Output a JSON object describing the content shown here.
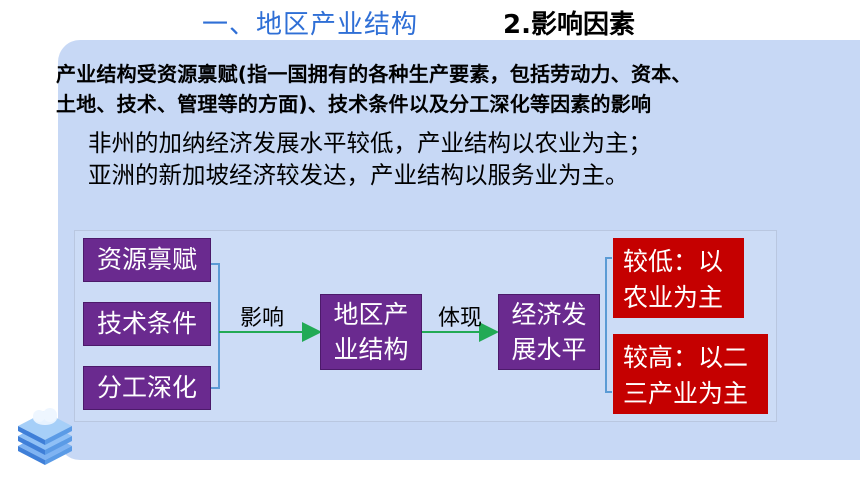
{
  "header": {
    "section_title": "一、地区产业结构",
    "subsection_title": "2.影响因素"
  },
  "content": {
    "definition_line1": "产业结构受资源禀赋(指一国拥有的各种生产要素，包括劳动力、资本、",
    "definition_line2": "土地、技术、管理等的方面)、技术条件以及分工深化等因素的影响",
    "example_line1": "非州的加纳经济发展水平较低，产业结构以农业为主；",
    "example_line2": "亚洲的新加坡经济较发达，产业结构以服务业为主。"
  },
  "diagram": {
    "factors": [
      "资源禀赋",
      "技术条件",
      "分工深化"
    ],
    "arrow1_label": "影响",
    "middle_box_line1": "地区产",
    "middle_box_line2": "业结构",
    "arrow2_label": "体现",
    "right_box_line1": "经济发",
    "right_box_line2": "展水平",
    "outcome_low_line1": "较低：以",
    "outcome_low_line2": "农业为主",
    "outcome_high_line1": "较高：以二",
    "outcome_high_line2": "三产业为主"
  },
  "colors": {
    "title_blue": "#2f6fd6",
    "panel_blue": "#c7d8f5",
    "purple_box": "#6a2a8f",
    "red_box": "#c50000",
    "arrow_green": "#22aa55",
    "bracket_blue": "#5b9bd5"
  }
}
